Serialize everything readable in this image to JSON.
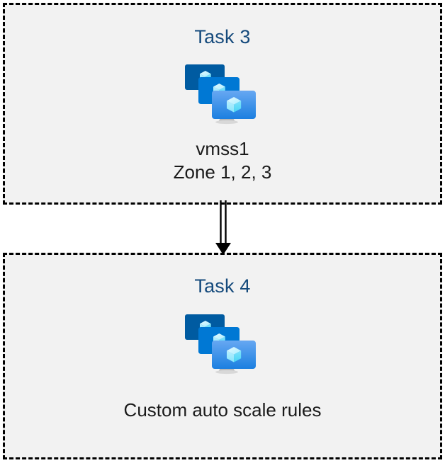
{
  "diagram": {
    "type": "flow",
    "background_color": "#ffffff",
    "box_fill_color": "#f2f2f2",
    "box_border_color": "#000000",
    "title_color": "#154a7c",
    "caption_color": "#1a1a1a",
    "nodes": [
      {
        "id": "task-3",
        "title": "Task 3",
        "icon": "vm-scale-set-icon",
        "captions": [
          "vmss1",
          "Zone 1, 2, 3"
        ]
      },
      {
        "id": "task-4",
        "title": "Task 4",
        "icon": "vm-scale-set-icon",
        "captions": [
          "Custom auto scale rules"
        ]
      }
    ],
    "connector": {
      "from": "task-3",
      "to": "task-4",
      "style": "double-line-arrow",
      "direction": "down",
      "color": "#000000"
    }
  },
  "icon_palette": {
    "monitor_back": "#005ba1",
    "monitor_mid": "#0078d4",
    "monitor_front_top": "#5ea0ef",
    "monitor_front_bottom": "#1b7fe0",
    "cube_light": "#c3f1ff",
    "cube_mid": "#9cebff",
    "cube_dark": "#50e6ff",
    "stand_top": "#a3a3a3",
    "stand_base": "#d6d6d6"
  }
}
